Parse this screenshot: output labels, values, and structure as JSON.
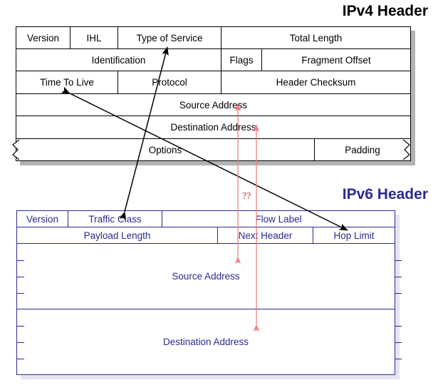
{
  "diagram": {
    "title_ipv4": "IPv4 Header",
    "title_ipv6": "IPv6 Header",
    "unknown_marker": "??",
    "colors": {
      "ipv4_border": "#000000",
      "ipv4_text": "#000000",
      "ipv4_shadow": "#b3b3b3",
      "ipv6_border": "#2b2b8f",
      "ipv6_text": "#2b2b8f",
      "ipv6_shadow": "#e4e4f4",
      "mapping_arrow": "#000000",
      "unknown_arrow": "#f08080",
      "unknown_text": "#c0392b",
      "background": "#ffffff"
    }
  },
  "ipv4_header": {
    "rows": [
      {
        "cells": [
          {
            "label": "Version"
          },
          {
            "label": "IHL"
          },
          {
            "label": "Type of Service"
          },
          {
            "label": "Total Length"
          }
        ]
      },
      {
        "cells": [
          {
            "label": "Identification"
          },
          {
            "label": "Flags"
          },
          {
            "label": "Fragment Offset"
          }
        ]
      },
      {
        "cells": [
          {
            "label": "Time To Live"
          },
          {
            "label": "Protocol"
          },
          {
            "label": "Header Checksum"
          }
        ]
      },
      {
        "cells": [
          {
            "label": "Source Address"
          }
        ]
      },
      {
        "cells": [
          {
            "label": "Destination Address"
          }
        ]
      },
      {
        "cells": [
          {
            "label": "Options"
          },
          {
            "label": "Padding"
          }
        ]
      }
    ]
  },
  "ipv6_header": {
    "rows": [
      {
        "cells": [
          {
            "label": "Version"
          },
          {
            "label": "Traffic Class"
          },
          {
            "label": "Flow Label"
          }
        ]
      },
      {
        "cells": [
          {
            "label": "Payload Length"
          },
          {
            "label": "Next Header"
          },
          {
            "label": "Hop Limit"
          }
        ]
      },
      {
        "cells": [
          {
            "label": "Source Address"
          }
        ]
      },
      {
        "cells": [
          {
            "label": "Destination Address"
          }
        ]
      }
    ]
  },
  "mappings": [
    {
      "from": "Type of Service",
      "to": "Traffic Class",
      "style": "double-headed-black"
    },
    {
      "from": "Time To Live",
      "to": "Hop Limit",
      "style": "single-headed-black"
    },
    {
      "from": "Source Address",
      "to": "Source Address",
      "style": "red-question"
    },
    {
      "from": "Destination Address",
      "to": "Destination Address",
      "style": "red-question"
    }
  ]
}
